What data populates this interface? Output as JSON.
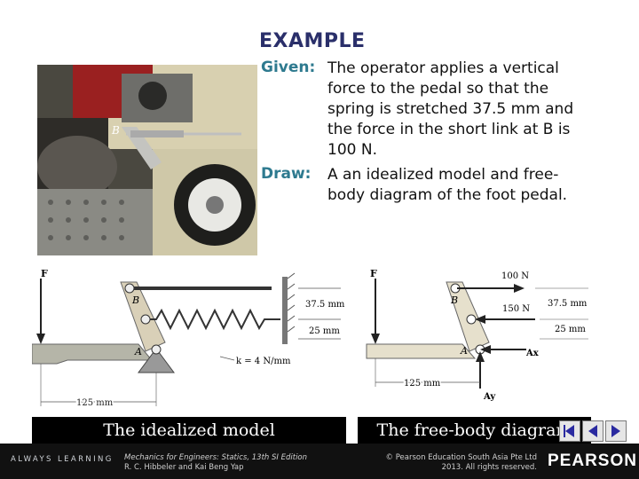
{
  "slide": {
    "title": "EXAMPLE",
    "given": {
      "label": "Given:",
      "lines": [
        "The operator applies a vertical",
        "force to the pedal so that the",
        "spring is stretched 37.5 mm and",
        "the force in the short link at B is",
        "100 N."
      ]
    },
    "draw": {
      "label": "Draw:",
      "lines": [
        "A an idealized model and free-",
        "body diagram of the foot pedal."
      ]
    }
  },
  "photo": {
    "label_b": "B"
  },
  "idealized_model": {
    "caption": "The idealized model",
    "label_f": "F",
    "label_b": "B",
    "label_a": "A",
    "dim_375": "37.5 mm",
    "dim_25": "25 mm",
    "dim_125": "125 mm",
    "spring_k": "k = 4 N/mm"
  },
  "free_body_diagram": {
    "caption": "The free-body diagram",
    "label_f": "F",
    "label_b": "B",
    "label_a": "A",
    "force_100": "100 N",
    "force_150": "150 N",
    "dim_375": "37.5 mm",
    "dim_25": "25 mm",
    "dim_125": "125 mm",
    "ax": "Ax",
    "ay": "Ay"
  },
  "footer": {
    "always_learning": "ALWAYS LEARNING",
    "book_line1": "Mechanics for Engineers: Statics, 13th SI Edition",
    "book_line2": "R. C. Hibbeler and Kai Beng Yap",
    "copyright_line1": "© Pearson Education South Asia Pte Ltd",
    "copyright_line2": "2013. All rights reserved.",
    "brand": "PEARSON"
  }
}
